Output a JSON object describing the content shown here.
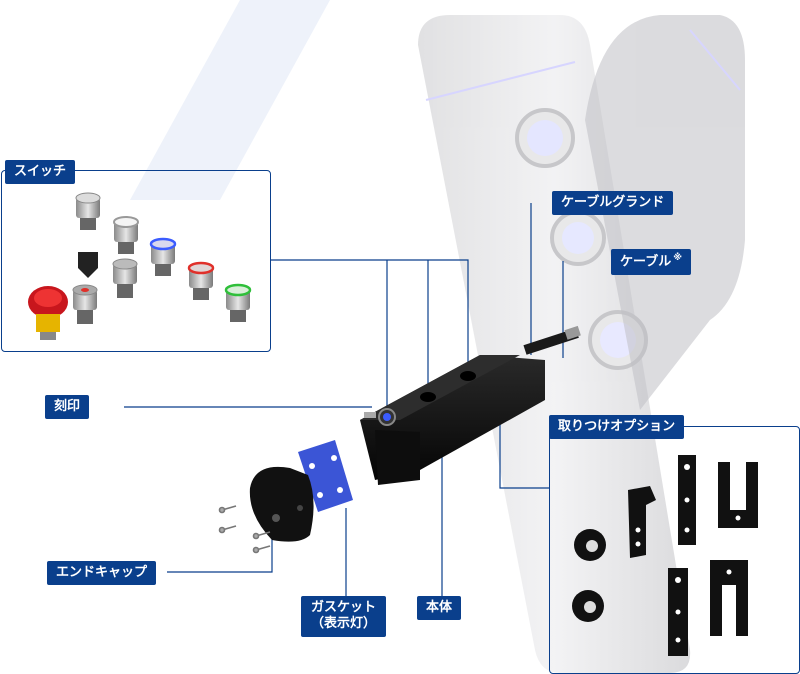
{
  "labels": {
    "switch": "スイッチ",
    "cable_gland": "ケーブルグランド",
    "cable": "ケーブル",
    "cable_mark": "※",
    "engraving": "刻印",
    "mounting_options": "取りつけオプション",
    "end_cap": "エンドキャップ",
    "gasket_line1": "ガスケット",
    "gasket_line2": "（表示灯）",
    "body": "本体"
  },
  "colors": {
    "label_bg": "#0a3f8c",
    "label_text": "#ffffff",
    "device_body": "#111111",
    "gasket": "#3b55d6",
    "led_blue": "#3b5cff",
    "led_red": "#e0302a",
    "led_green": "#2fbf3a",
    "e_stop": "#c8161d"
  }
}
